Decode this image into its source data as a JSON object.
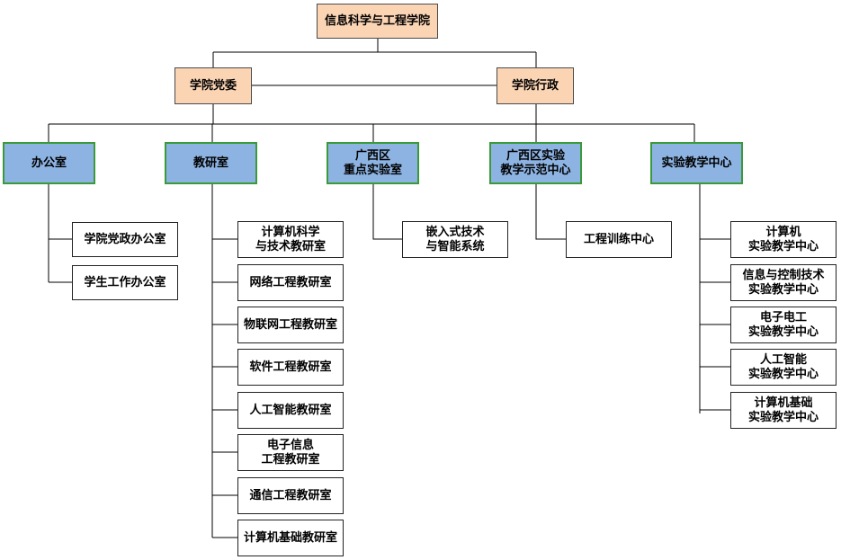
{
  "root": "信息科学与工程学院",
  "party": "学院党委",
  "admin": "学院行政",
  "departments": [
    {
      "label": "办公室",
      "children": [
        "学院党政办公室",
        "学生工作办公室"
      ]
    },
    {
      "label": "教研室",
      "children": [
        "计算机科学\n与技术教研室",
        "网络工程教研室",
        "物联网工程教研室",
        "软件工程教研室",
        "人工智能教研室",
        "电子信息\n工程教研室",
        "通信工程教研室",
        "计算机基础教研室"
      ]
    },
    {
      "label": "广西区\n重点实验室",
      "children": [
        "嵌入式技术\n与智能系统"
      ]
    },
    {
      "label": "广西区实验\n教学示范中心",
      "children": [
        "工程训练中心"
      ]
    },
    {
      "label": "实验教学中心",
      "children": [
        "计算机\n实验教学中心",
        "信息与控制技术\n实验教学中心",
        "电子电工\n实验教学中心",
        "人工智能\n实验教学中心",
        "计算机基础\n实验教学中心"
      ]
    }
  ],
  "colors": {
    "top_fill": "#fbd4b4",
    "dept_fill": "#8db3e2",
    "dept_border": "#3a9a3a",
    "line": "#000000"
  }
}
